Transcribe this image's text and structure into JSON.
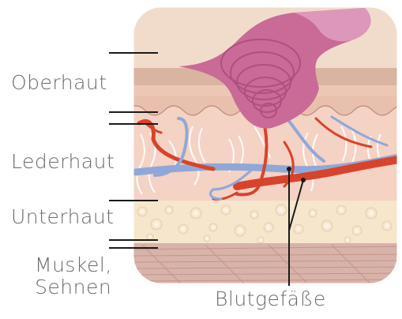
{
  "diagram": {
    "labels": {
      "oberhaut": "Oberhaut",
      "lederhaut": "Lederhaut",
      "unterhaut": "Unterhaut",
      "muskel_line1": "Muskel,",
      "muskel_line2": "Sehnen",
      "blutgefaesse": "Blutgefäße"
    },
    "colors": {
      "epidermis_top": "#f1dccb",
      "epidermis_band": "#d9b4a1",
      "dermis": "#f4d2c4",
      "subcutis": "#f6e6cc",
      "muscle": "#d8b3aa",
      "artery": "#d8432b",
      "vein": "#8fa8d8",
      "wound": "#c96a97",
      "leader_line": "#1a1a1a",
      "label_text": "#6b6b6b"
    }
  }
}
